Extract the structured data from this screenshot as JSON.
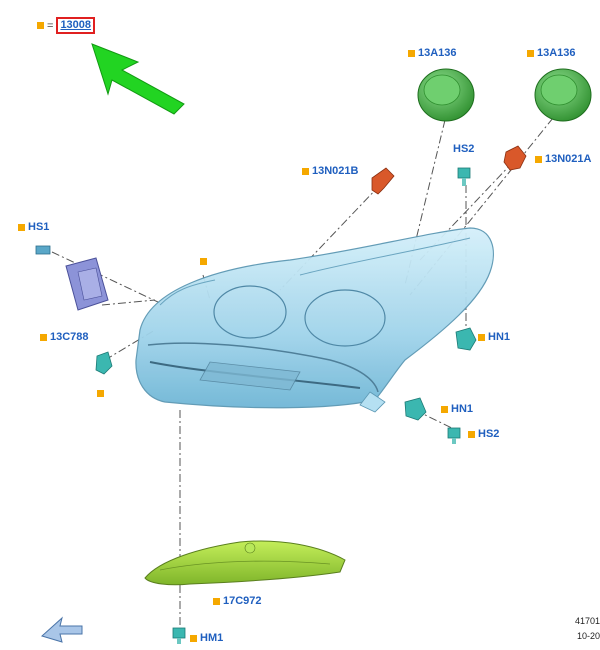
{
  "legend": {
    "equals": "=",
    "key": "13008"
  },
  "callouts": {
    "c13a136_left": "13A136",
    "c13a136_right": "13A136",
    "c13n021b": "13N021B",
    "c13n021a": "13N021A",
    "chs1": "HS1",
    "chs2_top": "HS2",
    "c13c788": "13C788",
    "chn1_right": "HN1",
    "chn1_low": "HN1",
    "chs2_low": "HS2",
    "c17c972": "17C972",
    "chm1": "HM1"
  },
  "ref": {
    "line1": "41701",
    "line2": "10-20"
  },
  "colors": {
    "label_blue": "#1f5fbf",
    "marker_orange": "#f5a800",
    "legend_border": "#e02020",
    "arrow_green": "#22d422",
    "cap_green": "#3fa83f",
    "shield_yellow_green": "#9fd43a",
    "headlamp_blue": "#a8dcf0",
    "clip_teal": "#3bb7b0",
    "bulb_orange": "#d9582a"
  },
  "icons": [
    "arrow-pointer-icon",
    "nav-back-arrow-icon"
  ]
}
